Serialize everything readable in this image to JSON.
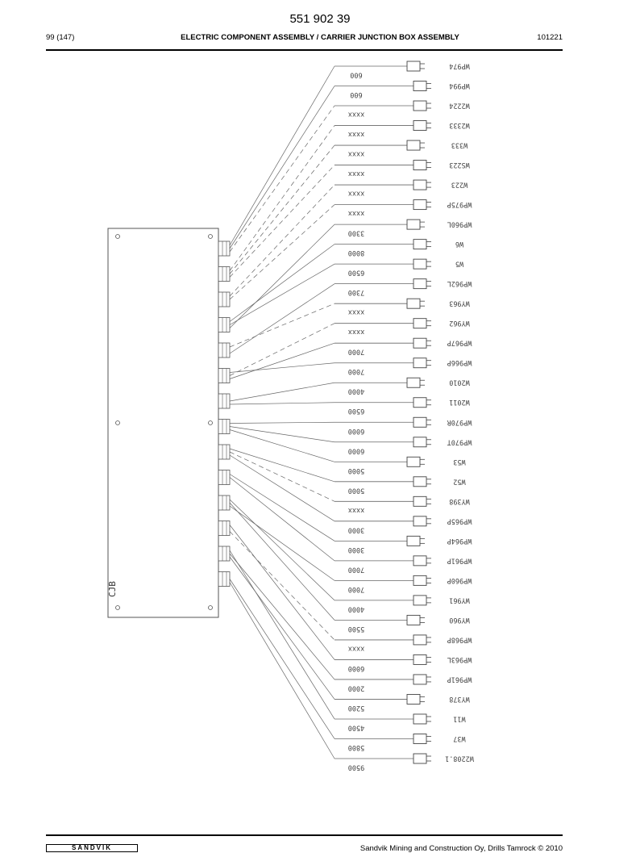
{
  "header": {
    "doc_number": "551 902 39",
    "page": "99 (147)",
    "title": "ELECTRIC COMPONENT ASSEMBLY / CARRIER JUNCTION BOX ASSEMBLY",
    "code": "101221"
  },
  "drawing": {
    "box_label": "CJB",
    "cables": [
      {
        "name": "WP974",
        "length": "600"
      },
      {
        "name": "WP994",
        "length": "600"
      },
      {
        "name": "W2224",
        "length": "xxxx"
      },
      {
        "name": "W2333",
        "length": "xxxx"
      },
      {
        "name": "W333",
        "length": "xxxx"
      },
      {
        "name": "WS223",
        "length": "xxxx"
      },
      {
        "name": "W223",
        "length": "xxxx"
      },
      {
        "name": "WP975P",
        "length": "xxxx"
      },
      {
        "name": "WP960L",
        "length": "3300"
      },
      {
        "name": "W6",
        "length": "8000"
      },
      {
        "name": "W5",
        "length": "6500"
      },
      {
        "name": "WP962L",
        "length": "7300"
      },
      {
        "name": "WY963",
        "length": "xxxx"
      },
      {
        "name": "WY962",
        "length": "xxxx"
      },
      {
        "name": "WP967P",
        "length": "7000"
      },
      {
        "name": "WP966P",
        "length": "7000"
      },
      {
        "name": "W2010",
        "length": "4000"
      },
      {
        "name": "W2011",
        "length": "6500"
      },
      {
        "name": "WP970R",
        "length": "6000"
      },
      {
        "name": "WP970T",
        "length": "6000"
      },
      {
        "name": "W53",
        "length": "5000"
      },
      {
        "name": "W52",
        "length": "5000"
      },
      {
        "name": "WY398",
        "length": "xxxx"
      },
      {
        "name": "WP965P",
        "length": "3000"
      },
      {
        "name": "WP964P",
        "length": "3000"
      },
      {
        "name": "WP961P",
        "length": "7000"
      },
      {
        "name": "WP960P",
        "length": "7000"
      },
      {
        "name": "WY961",
        "length": "4000"
      },
      {
        "name": "WY960",
        "length": "5500"
      },
      {
        "name": "WP968P",
        "length": "xxxx"
      },
      {
        "name": "WP963L",
        "length": "6000"
      },
      {
        "name": "WP961P",
        "length": "2000"
      },
      {
        "name": "WY378",
        "length": "5200"
      },
      {
        "name": "W11",
        "length": "4500"
      },
      {
        "name": "W37",
        "length": "5800"
      },
      {
        "name": "W2208.1",
        "length": "9500"
      }
    ]
  },
  "footer": {
    "logo": "SANDVIK",
    "copyright": "Sandvik Mining and Construction Oy, Drills Tamrock © 2010"
  }
}
